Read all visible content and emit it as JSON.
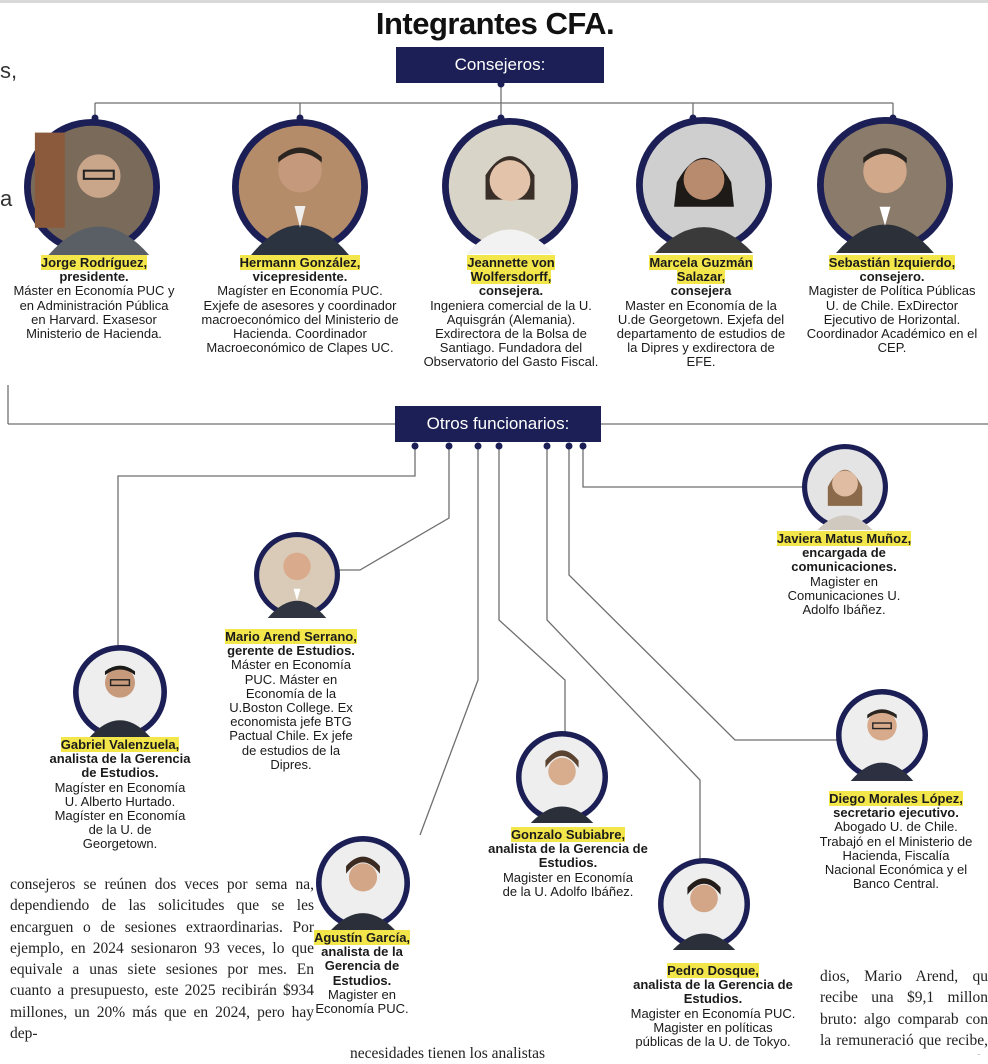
{
  "title": "Integrantes CFA.",
  "sections": {
    "consejeros": "Consejeros:",
    "otros": "Otros funcionarios:"
  },
  "colors": {
    "navy": "#1b1f55",
    "highlight": "#f3e64a"
  },
  "consejeros": [
    {
      "name": "Jorge Rodríguez,",
      "role": "presidente.",
      "desc": "Máster en Economía PUC y en Administración Pública en Harvard. Exasesor Ministerio de Hacienda."
    },
    {
      "name": "Hermann González,",
      "role": "vicepresidente.",
      "desc": "Magíster en Economía PUC. Exjefe de asesores y coordinador macroeconómico del Ministerio de Hacienda. Coordinador Macroeconómico de Clapes UC."
    },
    {
      "name": "Jeannette von Wolfersdorff,",
      "role": "consejera.",
      "desc": "Ingeniera comercial de la U. Aquisgrán (Alemania). Exdirectora de la Bolsa de Santiago. Fundadora del Observatorio del Gasto Fiscal."
    },
    {
      "name": "Marcela Guzmán Salazar,",
      "role": "consejera",
      "desc": "Master en Economía de la U.de Georgetown. Exjefa del departamento de estudios de la Dipres y exdirectora de EFE."
    },
    {
      "name": "Sebastián Izquierdo,",
      "role": "consejero.",
      "desc": "Magister de Política Públicas U. de Chile. ExDirector Ejecutivo de Horizontal. Coordinador Académico en el CEP."
    }
  ],
  "funcionarios": [
    {
      "name": "Javiera Matus Muñoz,",
      "role": "encargada de comunicaciones.",
      "desc": "Magister en Comunicaciones U. Adolfo Ibáñez."
    },
    {
      "name": "Mario Arend Serrano,",
      "role": "gerente de Estudios.",
      "desc": "Máster en Economía PUC. Máster en Economía de la U.Boston College. Ex economista jefe BTG Pactual Chile. Ex jefe de estudios de la Dipres."
    },
    {
      "name": "Gabriel Valenzuela,",
      "role": "analista de la Gerencia de Estudios.",
      "desc": "Magíster en Economía U. Alberto Hurtado. Magíster en Economía de la U. de Georgetown."
    },
    {
      "name": "Gonzalo Subiabre,",
      "role": "analista de la Gerencia de Estudios.",
      "desc": "Magister en Economía de la U. Adolfo Ibáñez."
    },
    {
      "name": "Diego Morales López,",
      "role": "secretario ejecutivo.",
      "desc": "Abogado U. de Chile. Trabajó en el Ministerio de Hacienda, Fiscalía Nacional Económica y el Banco Central."
    },
    {
      "name": "Agustín García,",
      "role": "analista de la Gerencia de Estudios.",
      "desc": "Magister en Economía PUC."
    },
    {
      "name": "Pedro Dosque,",
      "role": "analista de la Gerencia de Estudios.",
      "desc": "Magister en Economía PUC. Magister en políticas públicas de la U. de Tokyo."
    }
  ],
  "article": {
    "left_fragments": [
      "s,",
      "a"
    ],
    "left_column": "consejeros se reúnen dos veces por sema na, dependiendo de las solicitudes que se les encarguen o de sesiones extraordinarias. Por ejemplo, en 2024 sesionaron 93 veces, lo que equivale a unas siete sesiones por mes. En cuanto a presupuesto, este 2025 recibirán $934 millones, un 20% más que en 2024, pero hay dep-",
    "middle_column": "necesidades tienen los analistas",
    "right_column": "dios, Mario Arend, qu recibe una $9,1 millon bruto: algo comparab con la remuneració que recibe, por ejempl el ministro de Hacie"
  }
}
